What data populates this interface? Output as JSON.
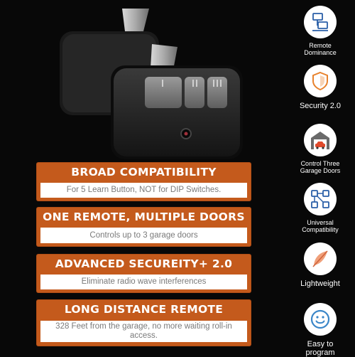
{
  "features": [
    {
      "title": "BROAD COMPATIBILITY",
      "subtitle": "For 5 Learn Button, NOT for DIP Switches."
    },
    {
      "title": "ONE REMOTE, MULTIPLE DOORS",
      "subtitle": "Controls up to 3 garage doors"
    },
    {
      "title": "ADVANCED SECUREITY+ 2.0",
      "subtitle": "Eliminate radio wave interferences"
    },
    {
      "title": "LONG DISTANCE REMOTE",
      "subtitle": "328 Feet from the garage, no more waiting roll-in access."
    }
  ],
  "badges": [
    {
      "icon": "network-device-icon",
      "label": "Remote Dominance"
    },
    {
      "icon": "shield-icon",
      "label": "Security 2.0"
    },
    {
      "icon": "garage-car-icon",
      "label": "Control Three Garage Doors"
    },
    {
      "icon": "network-nodes-icon",
      "label": "Universal Compatibility"
    },
    {
      "icon": "feather-icon",
      "label": "Lightweight"
    },
    {
      "icon": "smiley-icon",
      "label": "Easy to program"
    }
  ],
  "colors": {
    "background": "#080808",
    "banner_orange": "#c45a1c",
    "icon_blue": "#2a5fa8",
    "icon_orange": "#e8822c"
  }
}
